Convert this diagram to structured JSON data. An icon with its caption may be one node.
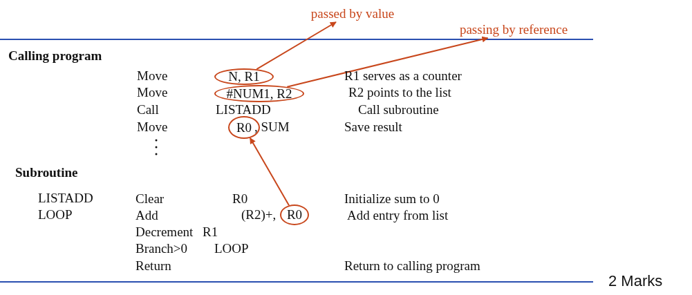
{
  "diagram": {
    "nodes": [
      {
        "text": [
          "passed by value"
        ]
      },
      {
        "text": [
          "passing by reference"
        ]
      },
      {
        "text": [
          "N, R1"
        ]
      },
      {
        "text": [
          "#NUM1, R2"
        ]
      },
      {
        "text": [
          "R0"
        ]
      },
      {
        "text": [
          "R0"
        ]
      }
    ],
    "edges": [
      {
        "from": 2,
        "to": 0,
        "arrow": "to"
      },
      {
        "from": 3,
        "to": 1,
        "arrow": "to"
      },
      {
        "from": 5,
        "to": 4,
        "arrow": "to"
      }
    ],
    "labels": [
      "Calling program",
      "Move",
      "R1 serves as a counter",
      "Move",
      "R2 points to the list",
      "Call",
      "LISTADD",
      "Call subroutine",
      "Move",
      ", SUM",
      "Save result",
      "Subroutine",
      "LISTADD",
      "Clear",
      "R0",
      "Initialize sum to 0",
      "LOOP",
      "Add",
      "(R2)+,",
      "Add entry from list",
      "Decrement",
      "R1",
      "Branch>0",
      "LOOP",
      "Return",
      "Return to calling program",
      "2 Marks"
    ]
  }
}
